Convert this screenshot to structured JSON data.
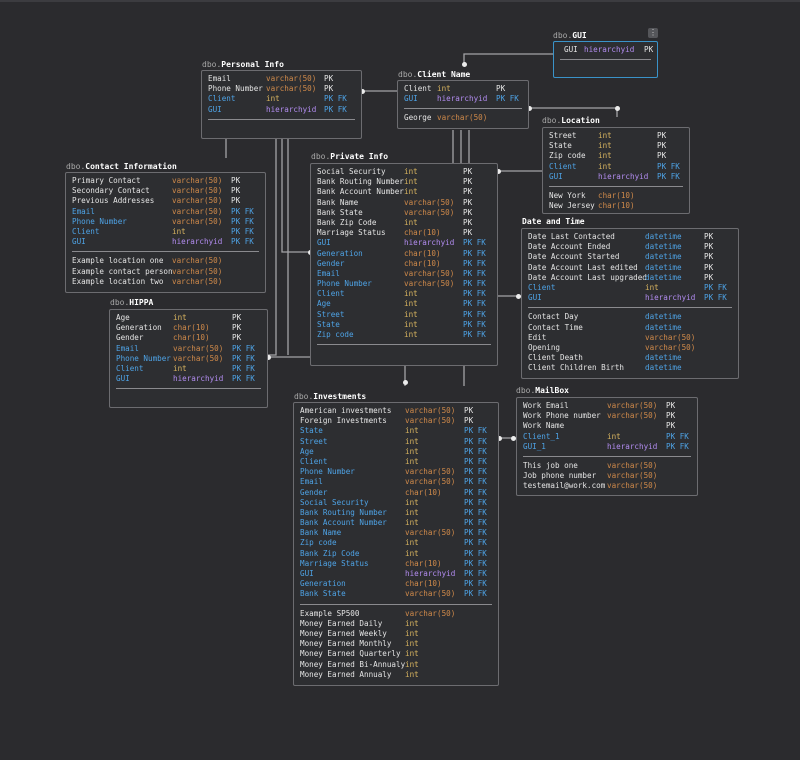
{
  "tables": {
    "gui": {
      "schema": "dbo.",
      "name": "GUI",
      "rows": [
        {
          "n": "GUI",
          "t": "hierarchyid",
          "k": "PK",
          "fk": false
        }
      ],
      "extra": []
    },
    "personal": {
      "schema": "dbo.",
      "name": "Personal Info",
      "rows": [
        {
          "n": "Email",
          "t": "varchar(50)",
          "k": "PK",
          "fk": false
        },
        {
          "n": "Phone Number",
          "t": "varchar(50)",
          "k": "PK",
          "fk": false
        },
        {
          "n": "Client",
          "t": "int",
          "k": "PK FK",
          "fk": true
        },
        {
          "n": "GUI",
          "t": "hierarchyid",
          "k": "PK FK",
          "fk": true
        }
      ],
      "extra": []
    },
    "client": {
      "schema": "dbo.",
      "name": "Client Name",
      "rows": [
        {
          "n": "Client",
          "t": "int",
          "k": "PK",
          "fk": false
        },
        {
          "n": "GUI",
          "t": "hierarchyid",
          "k": "PK FK",
          "fk": true
        }
      ],
      "extra": [
        {
          "n": "George",
          "t": "varchar(50)",
          "k": "",
          "fk": false
        }
      ]
    },
    "location": {
      "schema": "dbo.",
      "name": "Location",
      "rows": [
        {
          "n": "Street",
          "t": "int",
          "k": "PK",
          "fk": false
        },
        {
          "n": "State",
          "t": "int",
          "k": "PK",
          "fk": false
        },
        {
          "n": "Zip code",
          "t": "int",
          "k": "PK",
          "fk": false
        },
        {
          "n": "Client",
          "t": "int",
          "k": "PK FK",
          "fk": true
        },
        {
          "n": "GUI",
          "t": "hierarchyid",
          "k": "PK FK",
          "fk": true
        }
      ],
      "extra": [
        {
          "n": "New York",
          "t": "char(10)",
          "k": "",
          "fk": false
        },
        {
          "n": "New Jersey",
          "t": "char(10)",
          "k": "",
          "fk": false
        }
      ]
    },
    "contact": {
      "schema": "dbo.",
      "name": "Contact Information",
      "rows": [
        {
          "n": "Primary Contact",
          "t": "varchar(50)",
          "k": "PK",
          "fk": false
        },
        {
          "n": "Secondary Contact",
          "t": "varchar(50)",
          "k": "PK",
          "fk": false
        },
        {
          "n": "Previous Addresses",
          "t": "varchar(50)",
          "k": "PK",
          "fk": false
        },
        {
          "n": "Email",
          "t": "varchar(50)",
          "k": "PK FK",
          "fk": true
        },
        {
          "n": "Phone Number",
          "t": "varchar(50)",
          "k": "PK FK",
          "fk": true
        },
        {
          "n": "Client",
          "t": "int",
          "k": "PK FK",
          "fk": true
        },
        {
          "n": "GUI",
          "t": "hierarchyid",
          "k": "PK FK",
          "fk": true
        }
      ],
      "extra": [
        {
          "n": "Example location one",
          "t": "varchar(50)",
          "k": "",
          "fk": false
        },
        {
          "n": "Example contact person",
          "t": "varchar(50)",
          "k": "",
          "fk": false
        },
        {
          "n": "Example location two",
          "t": "varchar(50)",
          "k": "",
          "fk": false
        }
      ]
    },
    "private": {
      "schema": "dbo.",
      "name": "Private Info",
      "rows": [
        {
          "n": "Social Security",
          "t": "int",
          "k": "PK",
          "fk": false
        },
        {
          "n": "Bank Routing Number",
          "t": "int",
          "k": "PK",
          "fk": false
        },
        {
          "n": "Bank Account Number",
          "t": "int",
          "k": "PK",
          "fk": false
        },
        {
          "n": "Bank Name",
          "t": "varchar(50)",
          "k": "PK",
          "fk": false
        },
        {
          "n": "Bank State",
          "t": "varchar(50)",
          "k": "PK",
          "fk": false
        },
        {
          "n": "Bank Zip Code",
          "t": "int",
          "k": "PK",
          "fk": false
        },
        {
          "n": "Marriage Status",
          "t": "char(10)",
          "k": "PK",
          "fk": false
        },
        {
          "n": "GUI",
          "t": "hierarchyid",
          "k": "PK FK",
          "fk": true
        },
        {
          "n": "Generation",
          "t": "char(10)",
          "k": "PK FK",
          "fk": true
        },
        {
          "n": "Gender",
          "t": "char(10)",
          "k": "PK FK",
          "fk": true
        },
        {
          "n": "Email",
          "t": "varchar(50)",
          "k": "PK FK",
          "fk": true
        },
        {
          "n": "Phone Number",
          "t": "varchar(50)",
          "k": "PK FK",
          "fk": true
        },
        {
          "n": "Client",
          "t": "int",
          "k": "PK FK",
          "fk": true
        },
        {
          "n": "Age",
          "t": "int",
          "k": "PK FK",
          "fk": true
        },
        {
          "n": "Street",
          "t": "int",
          "k": "PK FK",
          "fk": true
        },
        {
          "n": "State",
          "t": "int",
          "k": "PK FK",
          "fk": true
        },
        {
          "n": "Zip code",
          "t": "int",
          "k": "PK FK",
          "fk": true
        }
      ],
      "extra": []
    },
    "datetime": {
      "schema": "",
      "name": "Date and Time",
      "rows": [
        {
          "n": "Date Last Contacted",
          "t": "datetime",
          "k": "PK",
          "fk": false
        },
        {
          "n": "Date Account Ended",
          "t": "datetime",
          "k": "PK",
          "fk": false
        },
        {
          "n": "Date Account Started",
          "t": "datetime",
          "k": "PK",
          "fk": false
        },
        {
          "n": "Date Account Last edited",
          "t": "datetime",
          "k": "PK",
          "fk": false
        },
        {
          "n": "Date Account Last upgraded",
          "t": "datetime",
          "k": "PK",
          "fk": false
        },
        {
          "n": "Client",
          "t": "int",
          "k": "PK FK",
          "fk": true
        },
        {
          "n": "GUI",
          "t": "hierarchyid",
          "k": "PK FK",
          "fk": true
        }
      ],
      "extra": [
        {
          "n": "Contact Day",
          "t": "datetime",
          "k": "",
          "fk": false
        },
        {
          "n": "Contact Time",
          "t": "datetime",
          "k": "",
          "fk": false
        },
        {
          "n": "Edit",
          "t": "varchar(50)",
          "k": "",
          "fk": false
        },
        {
          "n": "Opening",
          "t": "varchar(50)",
          "k": "",
          "fk": false
        },
        {
          "n": "Client Death",
          "t": "datetime",
          "k": "",
          "fk": false
        },
        {
          "n": "Client Children Birth",
          "t": "datetime",
          "k": "",
          "fk": false
        }
      ]
    },
    "hippa": {
      "schema": "dbo.",
      "name": "HIPPA",
      "rows": [
        {
          "n": "Age",
          "t": "int",
          "k": "PK",
          "fk": false
        },
        {
          "n": "Generation",
          "t": "char(10)",
          "k": "PK",
          "fk": false
        },
        {
          "n": "Gender",
          "t": "char(10)",
          "k": "PK",
          "fk": false
        },
        {
          "n": "Email",
          "t": "varchar(50)",
          "k": "PK FK",
          "fk": true
        },
        {
          "n": "Phone Number",
          "t": "varchar(50)",
          "k": "PK FK",
          "fk": true
        },
        {
          "n": "Client",
          "t": "int",
          "k": "PK FK",
          "fk": true
        },
        {
          "n": "GUI",
          "t": "hierarchyid",
          "k": "PK FK",
          "fk": true
        }
      ],
      "extra": []
    },
    "mailbox": {
      "schema": "dbo.",
      "name": "MailBox",
      "rows": [
        {
          "n": "Work Email",
          "t": "varchar(50)",
          "k": "PK",
          "fk": false
        },
        {
          "n": "Work Phone number",
          "t": "varchar(50)",
          "k": "PK",
          "fk": false
        },
        {
          "n": "Work Name",
          "t": "",
          "k": "PK",
          "fk": false
        },
        {
          "n": "Client_1",
          "t": "int",
          "k": "PK FK",
          "fk": true
        },
        {
          "n": "GUI_1",
          "t": "hierarchyid",
          "k": "PK FK",
          "fk": true
        }
      ],
      "extra": [
        {
          "n": "This job one",
          "t": "varchar(50)",
          "k": "",
          "fk": false
        },
        {
          "n": "Job phone number",
          "t": "varchar(50)",
          "k": "",
          "fk": false
        },
        {
          "n": "testemail@work.com",
          "t": "varchar(50)",
          "k": "",
          "fk": false
        }
      ]
    },
    "investments": {
      "schema": "dbo.",
      "name": "Investments",
      "rows": [
        {
          "n": "American investments",
          "t": "varchar(50)",
          "k": "PK",
          "fk": false
        },
        {
          "n": "Foreign Investments",
          "t": "varchar(50)",
          "k": "PK",
          "fk": false
        },
        {
          "n": "State",
          "t": "int",
          "k": "PK FK",
          "fk": true
        },
        {
          "n": "Street",
          "t": "int",
          "k": "PK FK",
          "fk": true
        },
        {
          "n": "Age",
          "t": "int",
          "k": "PK FK",
          "fk": true
        },
        {
          "n": "Client",
          "t": "int",
          "k": "PK FK",
          "fk": true
        },
        {
          "n": "Phone Number",
          "t": "varchar(50)",
          "k": "PK FK",
          "fk": true
        },
        {
          "n": "Email",
          "t": "varchar(50)",
          "k": "PK FK",
          "fk": true
        },
        {
          "n": "Gender",
          "t": "char(10)",
          "k": "PK FK",
          "fk": true
        },
        {
          "n": "Social Security",
          "t": "int",
          "k": "PK FK",
          "fk": true
        },
        {
          "n": "Bank Routing Number",
          "t": "int",
          "k": "PK FK",
          "fk": true
        },
        {
          "n": "Bank Account Number",
          "t": "int",
          "k": "PK FK",
          "fk": true
        },
        {
          "n": "Bank Name",
          "t": "varchar(50)",
          "k": "PK FK",
          "fk": true
        },
        {
          "n": "Zip code",
          "t": "int",
          "k": "PK FK",
          "fk": true
        },
        {
          "n": "Bank Zip Code",
          "t": "int",
          "k": "PK FK",
          "fk": true
        },
        {
          "n": "Marriage Status",
          "t": "char(10)",
          "k": "PK FK",
          "fk": true
        },
        {
          "n": "GUI",
          "t": "hierarchyid",
          "k": "PK FK",
          "fk": true
        },
        {
          "n": "Generation",
          "t": "char(10)",
          "k": "PK FK",
          "fk": true
        },
        {
          "n": "Bank State",
          "t": "varchar(50)",
          "k": "PK FK",
          "fk": true
        }
      ],
      "extra": [
        {
          "n": "Example SP500",
          "t": "varchar(50)",
          "k": "",
          "fk": false
        },
        {
          "n": "Money Earned Daily",
          "t": "int",
          "k": "",
          "fk": false
        },
        {
          "n": "Money Earned Weekly",
          "t": "int",
          "k": "",
          "fk": false
        },
        {
          "n": "Money Earned Monthly",
          "t": "int",
          "k": "",
          "fk": false
        },
        {
          "n": "Money Earned Quarterly",
          "t": "int",
          "k": "",
          "fk": false
        },
        {
          "n": "Money Earned Bi-Annualy",
          "t": "int",
          "k": "",
          "fk": false
        },
        {
          "n": "Money Earned Annualy",
          "t": "int",
          "k": "",
          "fk": false
        }
      ]
    }
  },
  "menu_icon": "kebab-menu-icon",
  "colors": {
    "background": "#2b2b2e",
    "selected_border": "#3a93c9",
    "fk_text": "#4ea3e6",
    "type_varchar": "#d08a4a",
    "type_int": "#d9b560",
    "type_hierarchyid": "#b28cf0",
    "type_datetime": "#4ea3e6"
  }
}
